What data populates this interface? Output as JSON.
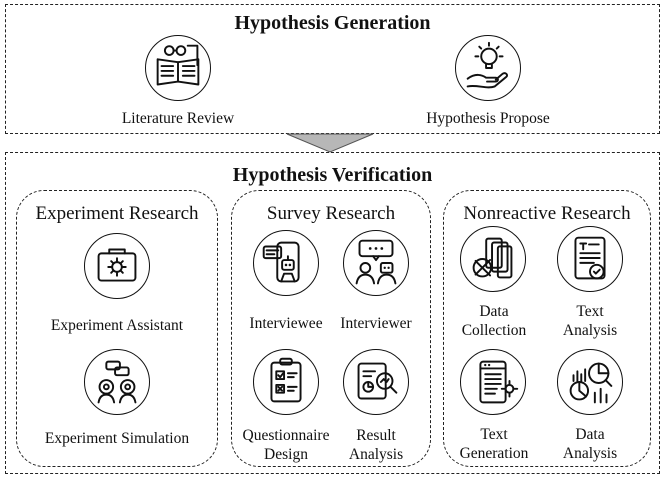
{
  "generation": {
    "title": "Hypothesis Generation",
    "items": [
      {
        "label": "Literature Review",
        "icon": "literature-review-icon"
      },
      {
        "label": "Hypothesis Propose",
        "icon": "hypothesis-propose-icon"
      }
    ]
  },
  "verification": {
    "title": "Hypothesis Verification",
    "experiment": {
      "title": "Experiment Research",
      "items": [
        {
          "label": "Experiment Assistant",
          "icon": "experiment-assistant-icon"
        },
        {
          "label": "Experiment Simulation",
          "icon": "experiment-simulation-icon"
        }
      ]
    },
    "survey": {
      "title": "Survey Research",
      "items": [
        {
          "label": "Interviewee",
          "icon": "interviewee-icon"
        },
        {
          "label": "Interviewer",
          "icon": "interviewer-icon"
        },
        {
          "label_line1": "Questionnaire",
          "label_line2": "Design",
          "icon": "questionnaire-design-icon"
        },
        {
          "label_line1": "Result",
          "label_line2": "Analysis",
          "icon": "result-analysis-icon"
        }
      ]
    },
    "nonreactive": {
      "title": "Nonreactive Research",
      "items": [
        {
          "label_line1": "Data",
          "label_line2": "Collection",
          "icon": "data-collection-icon"
        },
        {
          "label_line1": "Text",
          "label_line2": "Analysis",
          "icon": "text-analysis-icon"
        },
        {
          "label_line1": "Text",
          "label_line2": "Generation",
          "icon": "text-generation-icon"
        },
        {
          "label_line1": "Data",
          "label_line2": "Analysis",
          "icon": "data-analysis-icon"
        }
      ]
    }
  }
}
